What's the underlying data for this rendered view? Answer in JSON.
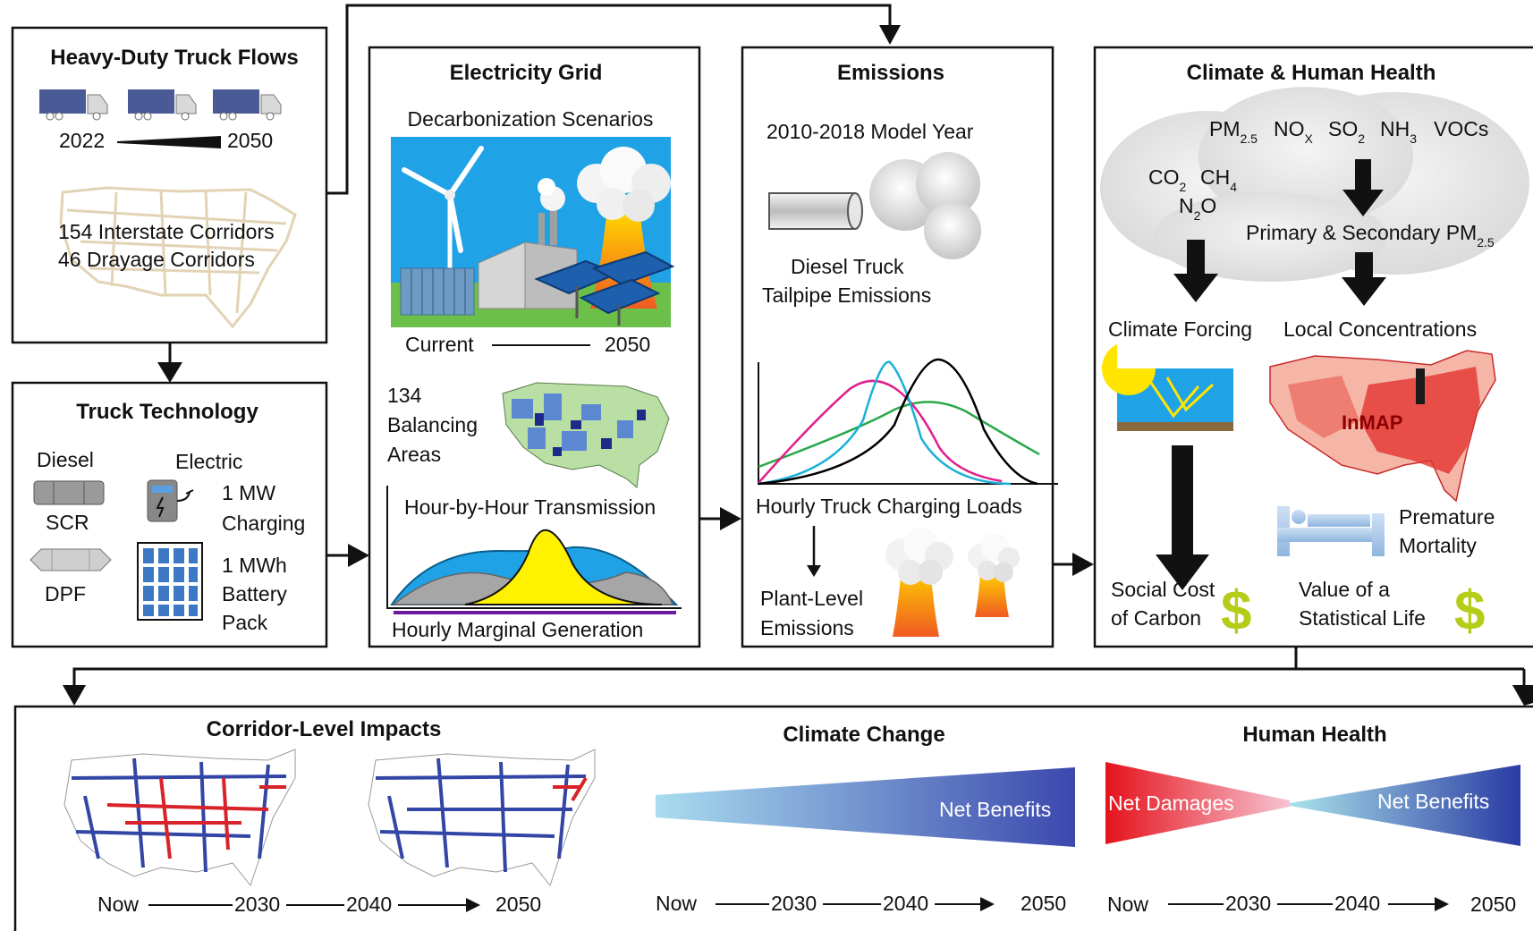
{
  "truck_flows": {
    "title": "Heavy-Duty Truck Flows",
    "year_start": "2022",
    "year_end": "2050",
    "corridors_line1": "154 Interstate Corridors",
    "corridors_line2": "46 Drayage Corridors"
  },
  "truck_tech": {
    "title": "Truck Technology",
    "diesel_label": "Diesel",
    "electric_label": "Electric",
    "scr_label": "SCR",
    "dpf_label": "DPF",
    "charging_line1": "1 MW",
    "charging_line2": "Charging",
    "battery_line1": "1 MWh",
    "battery_line2": "Battery",
    "battery_line3": "Pack"
  },
  "grid": {
    "title": "Electricity Grid",
    "scenarios_label": "Decarbonization Scenarios",
    "timeline_start": "Current",
    "timeline_end": "2050",
    "balancing_line1": "134",
    "balancing_line2": "Balancing",
    "balancing_line3": "Areas",
    "transmission_label": "Hour-by-Hour Transmission",
    "marginal_label": "Hourly Marginal Generation"
  },
  "emissions": {
    "title": "Emissions",
    "model_year": "2010-2018 Model Year",
    "tailpipe_line1": "Diesel Truck",
    "tailpipe_line2": "Tailpipe Emissions",
    "charging_loads": "Hourly Truck Charging Loads",
    "plant_line1": "Plant-Level",
    "plant_line2": "Emissions"
  },
  "health": {
    "title": "Climate & Human Health",
    "pm": "PM",
    "pm_sub": "2.5",
    "nox": "NO",
    "nox_sub": "X",
    "so": "SO",
    "so_sub": "2",
    "nh": "NH",
    "nh_sub": "3",
    "vocs": "VOCs",
    "co": "CO",
    "co_sub": "2",
    "ch": "CH",
    "ch_sub": "4",
    "n2": "N",
    "n2_sub": "2",
    "n2_o": "O",
    "primary_secondary": "Primary & Secondary PM",
    "primary_sub": "2.5",
    "climate_forcing": "Climate Forcing",
    "local_conc": "Local Concentrations",
    "inmap": "InMAP",
    "premature_line1": "Premature",
    "premature_line2": "Mortality",
    "scc_line1": "Social Cost",
    "scc_line2": "of Carbon",
    "vsl_line1": "Value of a",
    "vsl_line2": "Statistical Life",
    "dollar": "$"
  },
  "bottom": {
    "corridor_title": "Corridor-Level Impacts",
    "climate_title": "Climate Change",
    "health_title": "Human Health",
    "net_benefits": "Net Benefits",
    "net_damages": "Net Damages",
    "now": "Now",
    "y2030": "2030",
    "y2040": "2040",
    "y2050": "2050"
  },
  "colors": {
    "sky": "#1fa2e6",
    "grass": "#6cc04a",
    "map_blue": "#3346a6",
    "map_red": "#d9232a",
    "dollar": "#b5cc18",
    "bed": "#8fb6e0",
    "curve_black": "#000000",
    "curve_cyan": "#1ab0d8",
    "curve_green": "#2aa84a",
    "curve_magenta": "#e0208a"
  }
}
